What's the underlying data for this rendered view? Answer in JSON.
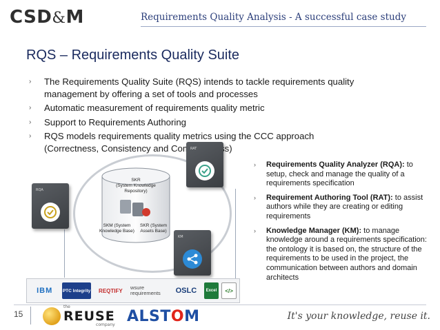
{
  "header": {
    "logo_left": "CSD",
    "logo_amp": "&",
    "logo_right": "M",
    "title": "Requirements Quality Analysis - A successful case study"
  },
  "slide": {
    "title": "RQS – Requirements Quality Suite",
    "bullets": [
      "The Requirements Quality Suite (RQS) intends to tackle requirements quality management by offering a set of tools and processes",
      "Automatic measurement of requirements quality metric",
      "Support to Requirements Authoring",
      "RQS models requirements quality metrics using the CCC approach (Correctness, Consistency and Completeness)"
    ],
    "side_bullets": [
      {
        "term": "Requirements Quality Analyzer (RQA):",
        "desc": " to setup, check and manage the quality of a requirements specification"
      },
      {
        "term": "Requirement Authoring Tool (RAT):",
        "desc": " to assist authors while they are creating or editing requirements"
      },
      {
        "term": "Knowledge Manager (KM):",
        "desc": "  to manage knowledge around a requirements specification: the ontology it is based on, the structure of the requirements to be used in the project, the communication between authors and domain architects"
      }
    ]
  },
  "diagram": {
    "skr_label": "SKR\n(System Knowledge\nRepository)",
    "kb_label": "SKM (System\nKnowledge Base)",
    "assets_label": "SKR (System\nAssets Base)"
  },
  "partners": {
    "ibm": "IBM",
    "ptc": "PTC Integrity",
    "reqtify": "REQTIFY",
    "wsure": "wsure requirements",
    "oslc": "OSLC",
    "excel": "Excel",
    "xml": "</>"
  },
  "footer": {
    "page_number": "15",
    "the": "the",
    "reuse": "REUSE",
    "company": "company",
    "alstom_a": "ALST",
    "alstom_o": "O",
    "alstom_m": "M",
    "tagline": "It's your knowledge, reuse it."
  },
  "colors": {
    "title_blue": "#1a2a5e",
    "header_blue": "#2b3e7a",
    "alstom_blue": "#1f4fa3",
    "alstom_red": "#e1251b"
  }
}
